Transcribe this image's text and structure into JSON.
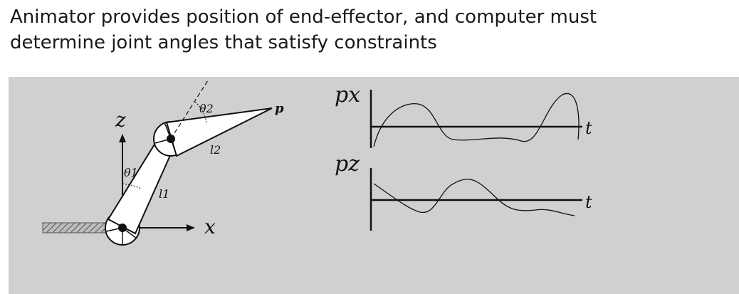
{
  "slide": {
    "title_line1": "Animator provides position of end-effector, and computer must",
    "title_line2": "determine joint angles that satisfy constraints"
  },
  "arm_diagram": {
    "z_label": "z",
    "x_label": "x",
    "theta1_label": "θ1",
    "theta2_label": "θ2",
    "l1_label": "l1",
    "l2_label": "l2",
    "p_label": "p"
  },
  "plots": {
    "px_label": "px",
    "pz_label": "pz",
    "t_label_top": "t",
    "t_label_bottom": "t"
  },
  "colors": {
    "figure_background": "#d0d0d0",
    "ink": "#111111",
    "text": "#1a1a1a"
  }
}
